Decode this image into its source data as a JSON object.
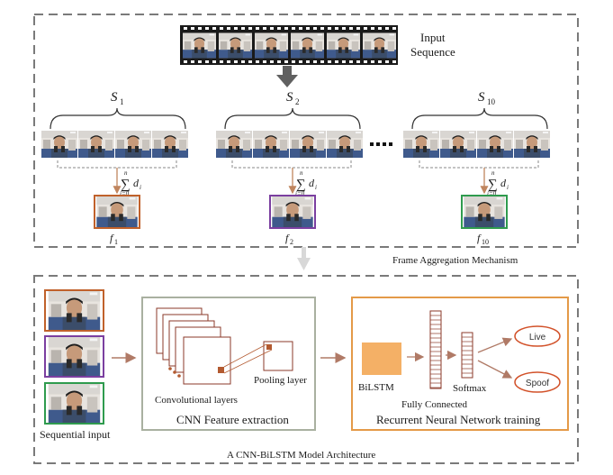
{
  "top_section": {
    "input_sequence_line1": "Input",
    "input_sequence_line2": "Sequence",
    "mechanism_title": "Frame Aggregation Mechanism",
    "segments": [
      {
        "label": "S",
        "subscript": "1",
        "frame_label": "f",
        "frame_subscript": "1",
        "accent": "#c0612b"
      },
      {
        "label": "S",
        "subscript": "2",
        "frame_label": "f",
        "frame_subscript": "2",
        "accent": "#7b3fa0"
      },
      {
        "label": "S",
        "subscript": "10",
        "frame_label": "f",
        "frame_subscript": "10",
        "accent": "#2f9b4e"
      }
    ],
    "sum_symbol": "∑",
    "sum_lower": "i=0",
    "sum_upper": "n",
    "sum_term": "d",
    "sum_term_sub": "i"
  },
  "bottom_section": {
    "model_title": "A CNN-BiLSTM Model Architecture",
    "sequential_input_label": "Sequential input",
    "cnn_box_title": "CNN Feature extraction",
    "conv_layers_label": "Convolutional layers",
    "pooling_layer_label": "Pooling layer",
    "rnn_box_title": "Recurrent Neural Network training",
    "bilstm_label": "BiLSTM",
    "fully_connected_label": "Fully Connected",
    "softmax_label": "Softmax",
    "live_label": "Live",
    "spoof_label": "Spoof"
  },
  "colors": {
    "dashed_border": "#7a7a7a",
    "brown_arrow": "#b07a66",
    "cnn_box_border": "#a9b0a0",
    "rnn_box_border": "#e49a48",
    "bilstm_fill": "#f4b066",
    "output_oval": "#d2522a",
    "layer_line": "#8b3a2a",
    "big_arrow": "#606060",
    "light_arrow": "#d8d8d8"
  }
}
